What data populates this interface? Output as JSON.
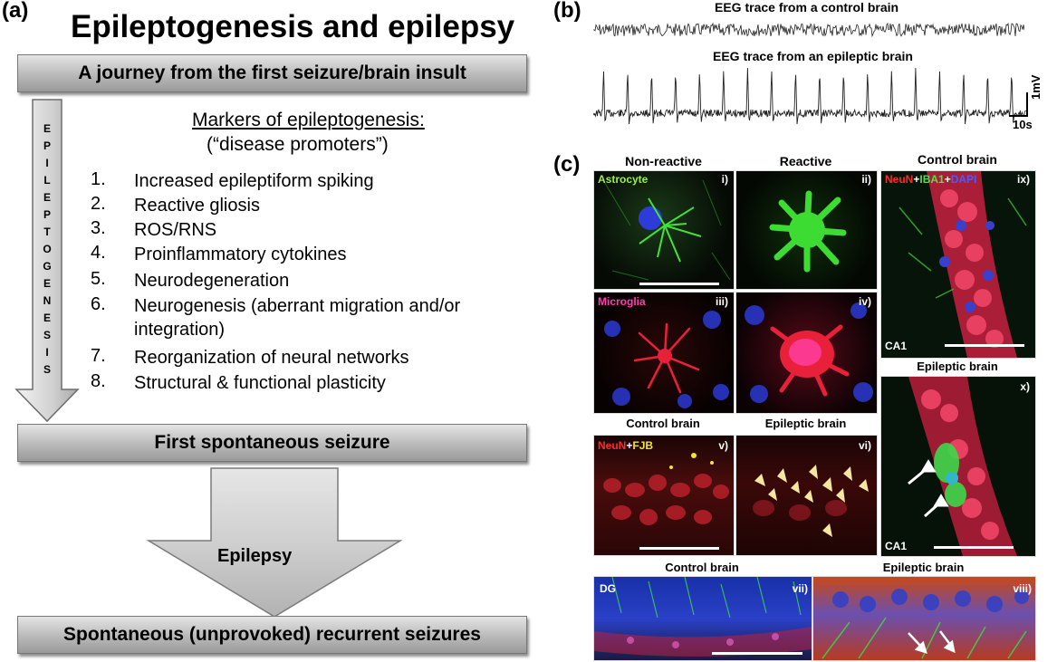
{
  "panel_a": {
    "label": "(a)",
    "title": "Epileptogenesis and epilepsy",
    "banner_top": "A journey from the first seizure/brain insult",
    "arrow_letters": [
      "E",
      "P",
      "I",
      "L",
      "E",
      "P",
      "T",
      "O",
      "G",
      "E",
      "N",
      "E",
      "S",
      "I",
      "S"
    ],
    "markers_heading": "Markers of epileptogenesis:",
    "markers_subheading": "(“disease promoters”)",
    "markers": [
      {
        "num": "1.",
        "text": "Increased epileptiform spiking"
      },
      {
        "num": "2.",
        "text": "Reactive gliosis"
      },
      {
        "num": "3.",
        "text": "ROS/RNS"
      },
      {
        "num": "4.",
        "text": "Proinflammatory cytokines"
      },
      {
        "num": "5.",
        "text": "Neurodegeneration"
      },
      {
        "num": "6.",
        "text": "Neurogenesis (aberrant migration and/or integration)"
      },
      {
        "num": "7.",
        "text": "Reorganization of neural networks"
      },
      {
        "num": "8.",
        "text": "Structural & functional plasticity"
      }
    ],
    "banner_middle": "First spontaneous seizure",
    "big_arrow_label": "Epilepsy",
    "banner_bottom": "Spontaneous (unprovoked) recurrent seizures"
  },
  "panel_b": {
    "label": "(b)",
    "trace1_title": "EEG trace from a control brain",
    "trace2_title": "EEG trace from an epileptic brain",
    "scale_voltage": "1mV",
    "scale_time": "10s"
  },
  "panel_c": {
    "label": "(c)",
    "titles": {
      "non_reactive": "Non-reactive",
      "reactive": "Reactive",
      "control_top": "Control brain",
      "epileptic_right": "Epileptic brain",
      "control_mid": "Control brain",
      "epileptic_mid": "Epileptic brain",
      "control_bottom": "Control brain",
      "epileptic_bottom": "Epileptic brain"
    },
    "stain": {
      "astrocyte": "Astrocyte",
      "microglia": "Microglia",
      "neun": "NeuN",
      "plus": "+",
      "iba1": "IBA1",
      "dapi": "DAPI",
      "fjb": "FJB"
    },
    "roman": [
      "i)",
      "ii)",
      "iii)",
      "iv)",
      "v)",
      "vi)",
      "vii)",
      "viii)",
      "ix)",
      "x)"
    ],
    "region_ca1": "CA1",
    "region_dg": "DG"
  },
  "colors": {
    "banner_grad": "#bdbdbd",
    "arrow_fill": "#c9c9c9",
    "astrocyte_green": "#3cdc32",
    "microglia_red": "#e8203a",
    "neun_red": "#e02020",
    "iba1_green": "#56e046",
    "dapi_blue": "#3848e0",
    "fjb_yellow": "#f0e630"
  }
}
